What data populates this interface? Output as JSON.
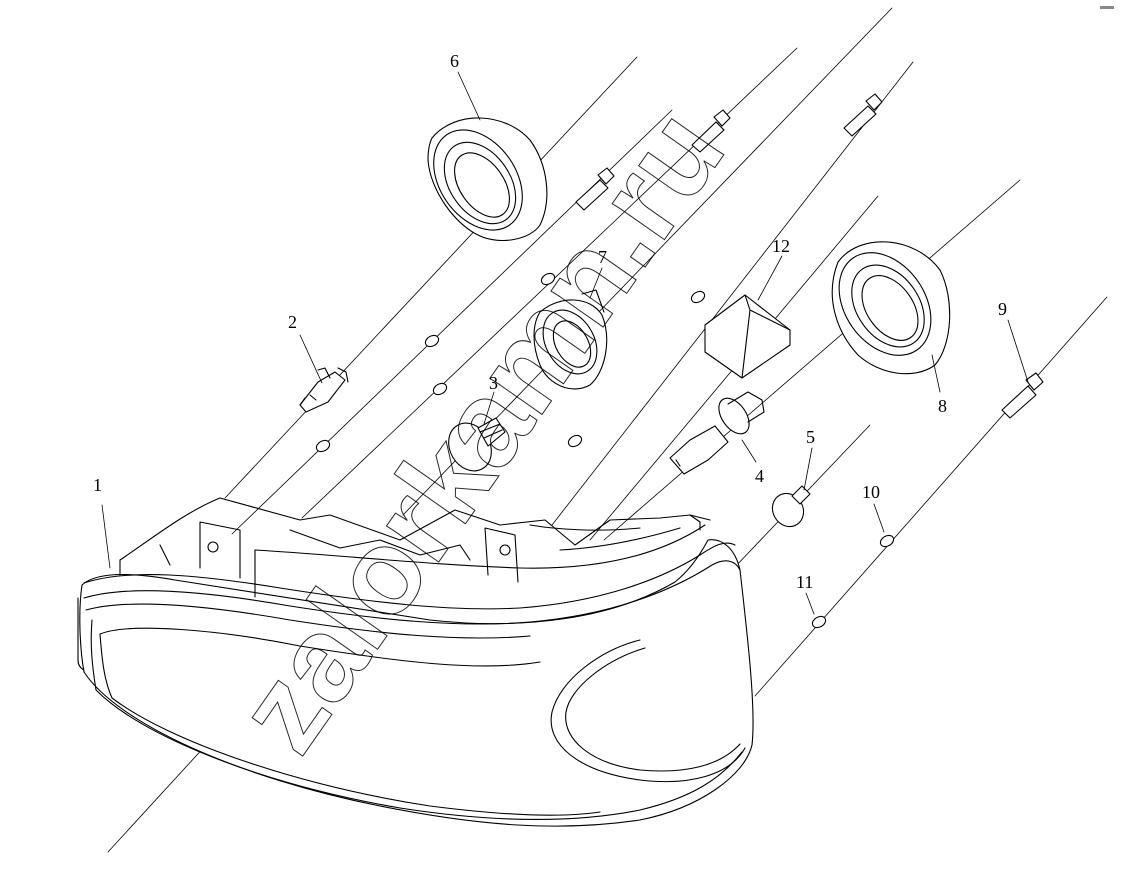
{
  "labels": {
    "l1": "1",
    "l2": "2",
    "l3": "3",
    "l4": "4",
    "l5": "5",
    "l6": "6",
    "l7": "7",
    "l8": "8",
    "l9": "9",
    "l10": "10",
    "l11": "11",
    "l12": "12"
  },
  "watermark": "zalorkamn.ru"
}
